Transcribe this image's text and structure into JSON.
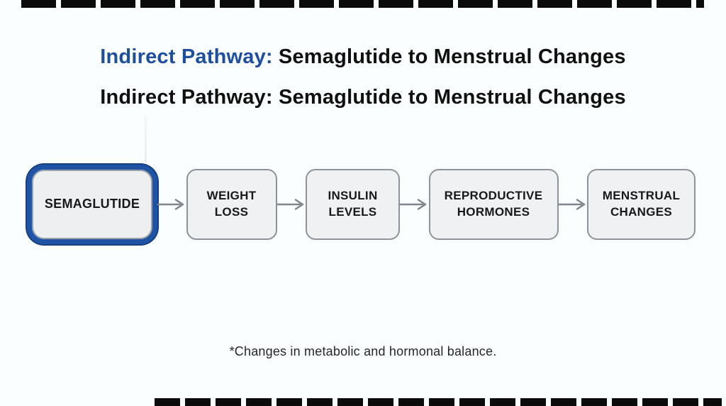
{
  "title": {
    "line1_highlight": "Indirect Pathway:",
    "line1_rest": "Semaglutide to Menstrual Changes",
    "line2": "Indirect Pathway: Semaglutide to Menstrual Changes"
  },
  "flow": {
    "nodes": [
      {
        "label": "SEMAGLUTIDE",
        "emphasized": true
      },
      {
        "label": "WEIGHT\nLOSS",
        "emphasized": false
      },
      {
        "label": "INSULIN\nLEVELS",
        "emphasized": false
      },
      {
        "label": "REPRODUCTIVE\nHORMONES",
        "emphasized": false
      },
      {
        "label": "MENSTRUAL\nCHANGES",
        "emphasized": false
      }
    ]
  },
  "footnote": "*Changes in metabolic and hormonal balance.",
  "colors": {
    "title_highlight_blue": "#1d4f9e",
    "title_text": "#101010",
    "node_fill": "#eff1f3",
    "node_border_gray": "#8d939a",
    "emphasized_border_blue": "#1e53a6",
    "emphasized_outer_edge": "#16407f",
    "arrow_gray": "#7e858d",
    "background": "#fbfeff",
    "artifact_bar": "#0b0b0b"
  }
}
